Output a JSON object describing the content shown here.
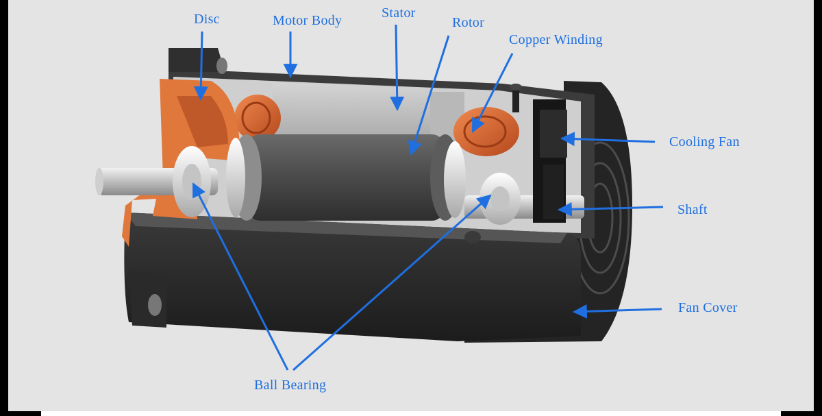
{
  "labels": {
    "disc": "Disc",
    "motor_body": "Motor Body",
    "stator": "Stator",
    "rotor": "Rotor",
    "copper_winding": "Copper Winding",
    "cooling_fan": "Cooling Fan",
    "shaft": "Shaft",
    "fan_cover": "Fan Cover",
    "ball_bearing": "Ball Bearing"
  },
  "colors": {
    "label": "#1f6fe0",
    "arrow": "#1f6fe0",
    "background": "#e4e4e4",
    "housing": "#2b2b2b",
    "disc": "#e0783c",
    "winding": "#d9622f",
    "rotor": "#4a4a4a",
    "bearing": "#d8d8d8"
  }
}
